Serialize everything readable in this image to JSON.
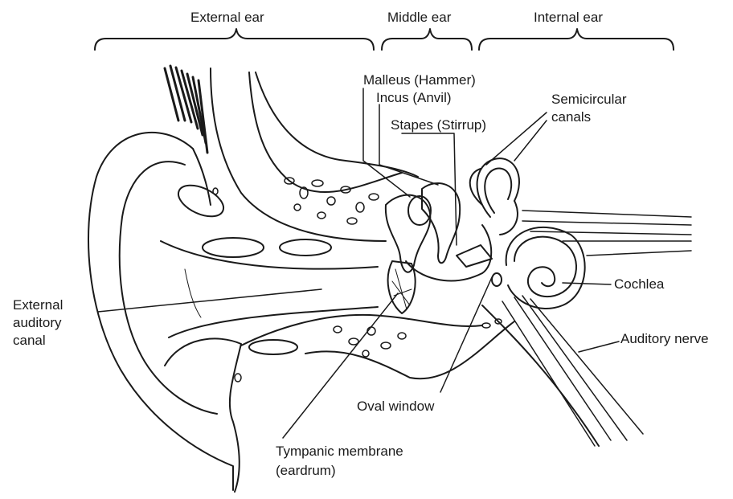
{
  "sections": {
    "external_ear": "External ear",
    "middle_ear": "Middle ear",
    "internal_ear": "Internal ear"
  },
  "labels": {
    "malleus": "Malleus (Hammer)",
    "incus": "Incus (Anvil)",
    "stapes": "Stapes (Stirrup)",
    "semicircular_1": "Semicircular",
    "semicircular_2": "canals",
    "canal_1": "External",
    "canal_2": "auditory",
    "canal_3": "canal",
    "cochlea": "Cochlea",
    "auditory_nerve": "Auditory nerve",
    "oval_window": "Oval window",
    "tympanic_1": "Tympanic membrane",
    "tympanic_2": "(eardrum)"
  },
  "colors": {
    "ink": "#1a1a1a",
    "background": "#ffffff"
  }
}
